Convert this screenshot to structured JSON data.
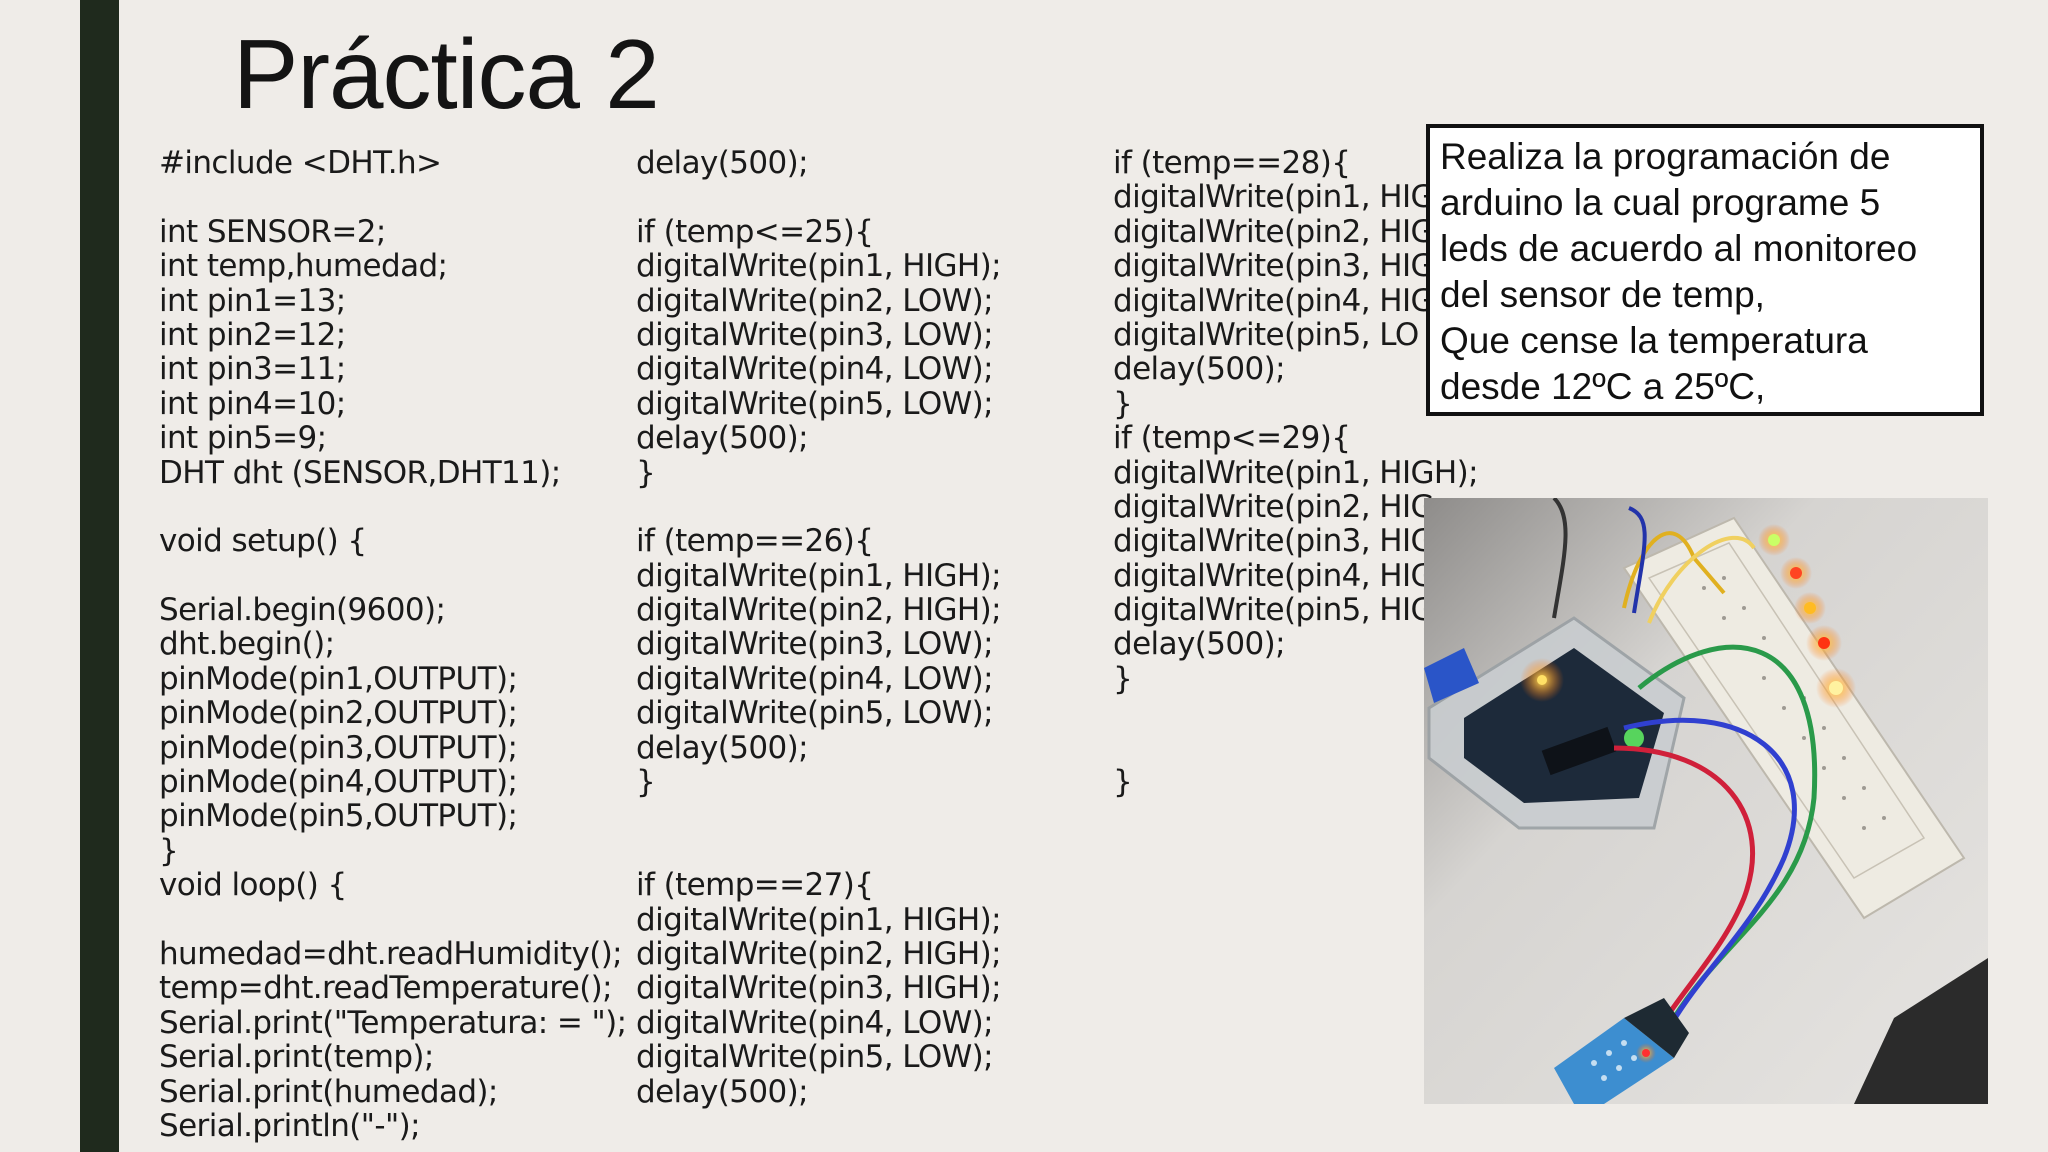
{
  "slide": {
    "title": "Práctica 2",
    "columns": [
      {
        "lines": [
          "#include <DHT.h>",
          "",
          "int SENSOR=2;",
          "int temp,humedad;",
          "int pin1=13;",
          "int pin2=12;",
          "int pin3=11;",
          "int pin4=10;",
          "int pin5=9;",
          "DHT dht (SENSOR,DHT11);",
          "",
          "void setup() {",
          "",
          "Serial.begin(9600);",
          "dht.begin();",
          "pinMode(pin1,OUTPUT);",
          "pinMode(pin2,OUTPUT);",
          "pinMode(pin3,OUTPUT);",
          "pinMode(pin4,OUTPUT);",
          "pinMode(pin5,OUTPUT);",
          "}",
          "void loop() {",
          "",
          "humedad=dht.readHumidity();",
          "temp=dht.readTemperature();",
          "Serial.print(\"Temperatura: = \");",
          "Serial.print(temp);",
          "Serial.print(humedad);",
          "Serial.println(\"-\");"
        ]
      },
      {
        "lines": [
          "delay(500);",
          "",
          "if (temp<=25){",
          "digitalWrite(pin1, HIGH);",
          "digitalWrite(pin2, LOW);",
          "digitalWrite(pin3, LOW);",
          "digitalWrite(pin4, LOW);",
          "digitalWrite(pin5, LOW);",
          "delay(500);",
          "}",
          "",
          "if (temp==26){",
          "digitalWrite(pin1, HIGH);",
          "digitalWrite(pin2, HIGH);",
          "digitalWrite(pin3, LOW);",
          "digitalWrite(pin4, LOW);",
          "digitalWrite(pin5, LOW);",
          "delay(500);",
          "}",
          "",
          "",
          "if (temp==27){",
          "digitalWrite(pin1, HIGH);",
          "digitalWrite(pin2, HIGH);",
          "digitalWrite(pin3, HIGH);",
          "digitalWrite(pin4, LOW);",
          "digitalWrite(pin5, LOW);",
          "delay(500);"
        ]
      },
      {
        "lines": [
          "if (temp==28){",
          "digitalWrite(pin1, HIG",
          "digitalWrite(pin2, HIG",
          "digitalWrite(pin3, HIG",
          "digitalWrite(pin4, HIG",
          "digitalWrite(pin5, LO",
          "delay(500);",
          "}",
          "if (temp<=29){",
          "digitalWrite(pin1, HIGH);",
          "digitalWrite(pin2, HIG",
          "digitalWrite(pin3, HIG",
          "digitalWrite(pin4, HIG",
          "digitalWrite(pin5, HIG",
          "delay(500);",
          "}",
          "",
          "",
          "}"
        ]
      }
    ],
    "instruction_lines": [
      "Realiza la programación de",
      "arduino la cual programe 5",
      "leds de acuerdo al monitoreo",
      "del sensor de temp,",
      "Que cense la temperatura",
      "desde 12ºC a 25ºC,"
    ]
  },
  "colors": {
    "background": "#efece8",
    "accent_bar": "#1f2a1d",
    "text": "#1a1a1a"
  }
}
